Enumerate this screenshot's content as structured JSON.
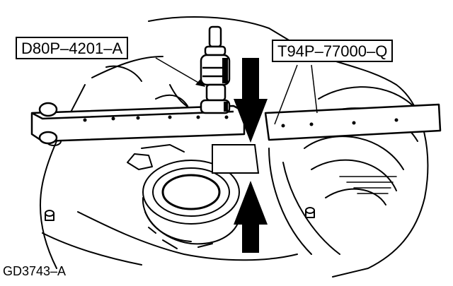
{
  "callouts": {
    "tool_left": "D80P–4201–A",
    "tool_right": "T94P–77000–Q"
  },
  "figure_id": "GD3743–A",
  "colors": {
    "ink": "#000000",
    "paper": "#ffffff"
  },
  "arrows": {
    "top": "down-arrow",
    "bottom": "up-arrow"
  }
}
